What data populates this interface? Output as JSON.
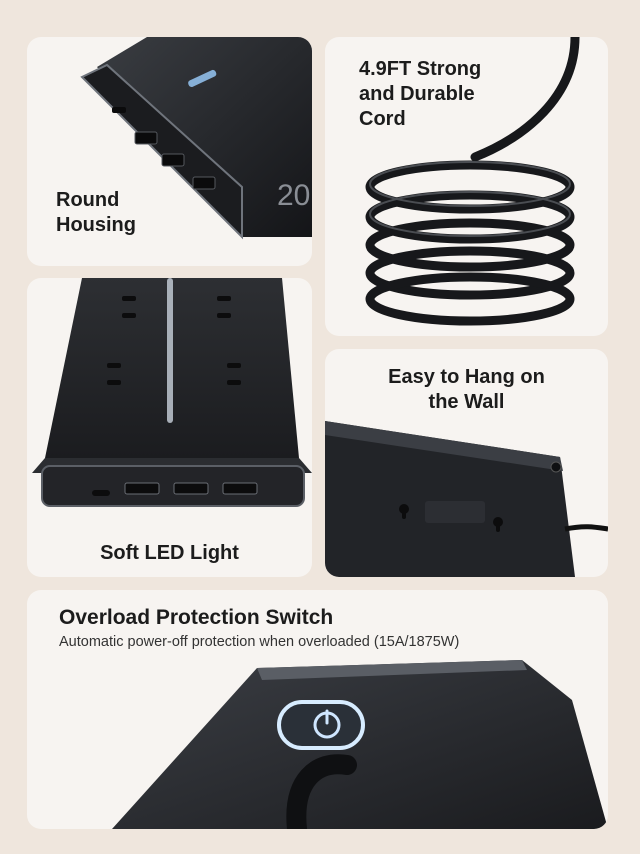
{
  "features": {
    "round_housing": {
      "line1": "Round",
      "line2": "Housing"
    },
    "cord": {
      "line1": "4.9FT Strong",
      "line2": "and Durable",
      "line3": "Cord"
    },
    "led": {
      "label": "Soft LED Light"
    },
    "wall": {
      "line1": "Easy to Hang on",
      "line2": "the Wall"
    },
    "overload": {
      "title": "Overload Protection Switch",
      "subtitle": "Automatic power-off protection when overloaded (15A/1875W)"
    }
  },
  "product_display_text": "20",
  "colors": {
    "background": "#efe6dd",
    "card": "#f7f4f1",
    "device": "#25272b",
    "led_glow": "#bfe3ff"
  }
}
